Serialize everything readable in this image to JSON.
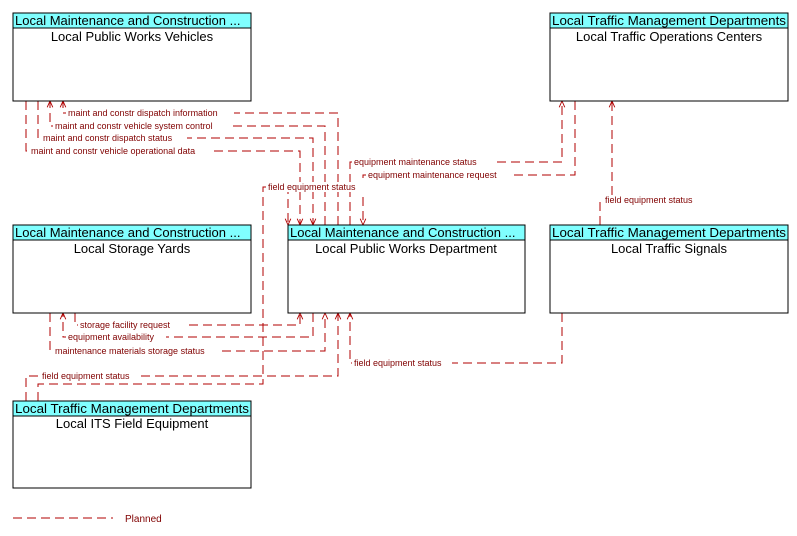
{
  "nodes": {
    "public_works_vehicles": {
      "header": "Local Maintenance and Construction ...",
      "name": "Local Public Works Vehicles"
    },
    "traffic_ops_centers": {
      "header": "Local Traffic Management Departments",
      "name": "Local Traffic Operations Centers"
    },
    "storage_yards": {
      "header": "Local Maintenance and Construction ...",
      "name": "Local Storage Yards"
    },
    "public_works_dept": {
      "header": "Local Maintenance and Construction ...",
      "name": "Local Public Works Department"
    },
    "traffic_signals": {
      "header": "Local Traffic Management Departments",
      "name": "Local Traffic Signals"
    },
    "its_field_equipment": {
      "header": "Local Traffic Management Departments",
      "name": "Local ITS Field Equipment"
    }
  },
  "flows": {
    "dispatch_information": "maint and constr dispatch information",
    "vehicle_system_control": "maint and constr vehicle system control",
    "dispatch_status": "maint and constr dispatch status",
    "vehicle_operational_data": "maint and constr vehicle operational data",
    "equipment_maintenance_status": "equipment maintenance status",
    "equipment_maintenance_request": "equipment maintenance request",
    "field_equipment_status_its_top": "field equipment status",
    "field_equipment_status_signals_toc": "field equipment status",
    "storage_facility_request": "storage facility request",
    "equipment_availability": "equipment availability",
    "maintenance_materials_storage_status": "maintenance materials storage status",
    "field_equipment_status_signals_pwd": "field equipment status",
    "field_equipment_status_its_pwd": "field equipment status"
  },
  "legend": {
    "planned_label": "Planned"
  },
  "colors": {
    "header_fill": "#80ffff",
    "flow_color": "#b00000",
    "flow_text": "#800000"
  }
}
